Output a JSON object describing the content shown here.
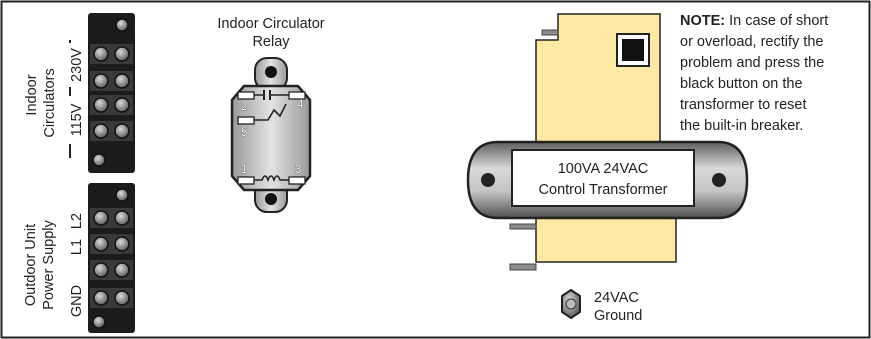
{
  "terminal_blocks": {
    "indoor": {
      "group_label": [
        "Indoor",
        "Circulators"
      ],
      "voltages": [
        "115V",
        "230V"
      ]
    },
    "outdoor": {
      "group_label": [
        "Outdoor Unit",
        "Power Supply"
      ],
      "terminals": [
        "GND",
        "L1",
        "L2"
      ]
    }
  },
  "relay": {
    "title": [
      "Indoor Circulator",
      "Relay"
    ],
    "pins": [
      "2",
      "4",
      "5",
      "1",
      "3"
    ]
  },
  "transformer": {
    "label": [
      "100VA 24VAC",
      "Control Transformer"
    ],
    "ground_label": [
      "24VAC",
      "Ground"
    ]
  },
  "note": {
    "heading": "NOTE:",
    "lines": [
      " In case of short",
      "or overload, rectify the",
      "problem and press the",
      "black button on the",
      "transformer to reset",
      "the built-in breaker."
    ]
  },
  "colors": {
    "transformer_body": "#fde9a3",
    "terminal_block": "#1c1c1c",
    "screw": "#7f7f7f",
    "relay_body": "#c9c9c9",
    "band_metal": "#a9a9a9"
  }
}
